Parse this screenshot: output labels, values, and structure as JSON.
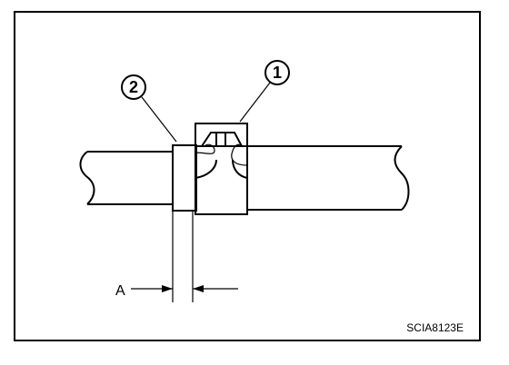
{
  "diagram": {
    "callout_1": "1",
    "callout_2": "2",
    "dimension_label": "A",
    "figure_code": "SCIA8123E"
  },
  "colors": {
    "ink": "#000000",
    "background": "#ffffff"
  }
}
